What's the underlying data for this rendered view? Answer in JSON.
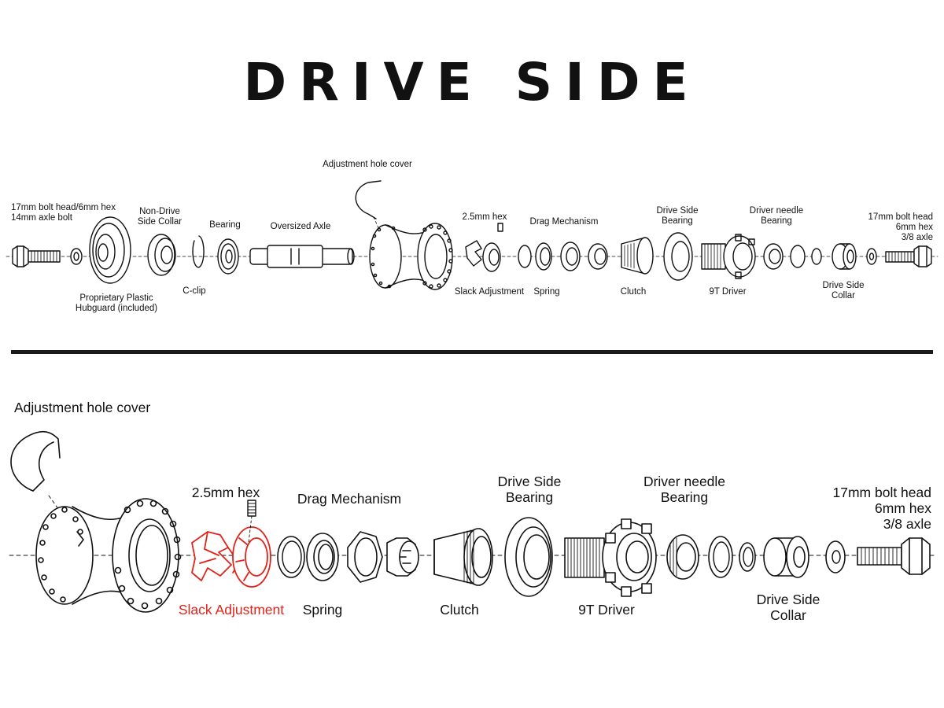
{
  "title": "DRIVE SIDE",
  "colors": {
    "ink": "#111111",
    "highlight": "#e2231a"
  },
  "top_labels": {
    "bolt_head_line1": "17mm bolt head/6mm hex",
    "bolt_head_line2": "14mm axle bolt",
    "non_drive_collar_line1": "Non-Drive",
    "non_drive_collar_line2": "Side Collar",
    "bearing": "Bearing",
    "oversized_axle": "Oversized Axle",
    "adjustment_hole_cover": "Adjustment hole cover",
    "hex_25": "2.5mm hex",
    "drag_mechanism": "Drag Mechanism",
    "drive_side_bearing_line1": "Drive Side",
    "drive_side_bearing_line2": "Bearing",
    "driver_needle_bearing_line1": "Driver needle",
    "driver_needle_bearing_line2": "Bearing",
    "right_bolt_line1": "17mm bolt head",
    "right_bolt_line2": "6mm hex",
    "right_bolt_line3": "3/8 axle",
    "hubguard_line1": "Proprietary Plastic",
    "hubguard_line2": "Hubguard (included)",
    "c_clip": "C-clip",
    "slack_adjustment": "Slack Adjustment",
    "spring": "Spring",
    "clutch": "Clutch",
    "driver_9t": "9T Driver",
    "drive_side_collar_line1": "Drive Side",
    "drive_side_collar_line2": "Collar"
  },
  "bottom_labels": {
    "adjustment_hole_cover": "Adjustment hole cover",
    "hex_25": "2.5mm hex",
    "drag_mechanism": "Drag Mechanism",
    "drive_side_bearing_line1": "Drive Side",
    "drive_side_bearing_line2": "Bearing",
    "driver_needle_bearing_line1": "Driver needle",
    "driver_needle_bearing_line2": "Bearing",
    "right_bolt_line1": "17mm bolt head",
    "right_bolt_line2": "6mm hex",
    "right_bolt_line3": "3/8 axle",
    "slack_adjustment": "Slack Adjustment",
    "spring": "Spring",
    "clutch": "Clutch",
    "driver_9t": "9T Driver",
    "drive_side_collar_line1": "Drive Side",
    "drive_side_collar_line2": "Collar"
  }
}
